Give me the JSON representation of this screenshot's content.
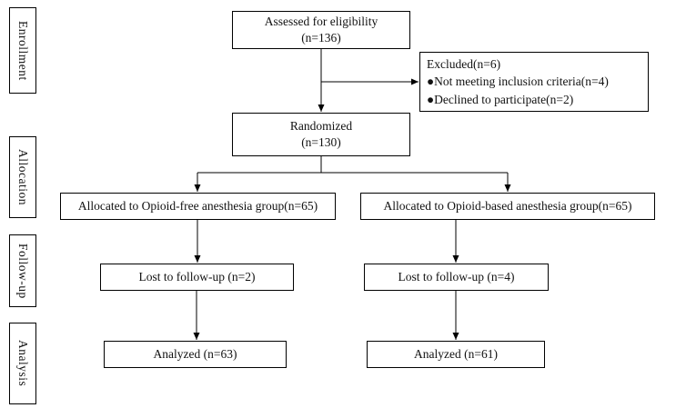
{
  "figure": {
    "stages": {
      "enrollment": "Enrollment",
      "allocation": "Allocation",
      "followup": "Follow-up",
      "analysis": "Analysis"
    },
    "boxes": {
      "assessed": {
        "line1": "Assessed for eligibility",
        "line2": "(n=136)"
      },
      "excluded": {
        "line1": "Excluded(n=6)",
        "line2": "●Not meeting inclusion criteria(n=4)",
        "line3": "●Declined to participate(n=2)"
      },
      "randomized": {
        "line1": "Randomized",
        "line2": "(n=130)"
      },
      "allocated_left": "Allocated to Opioid-free anesthesia group(n=65)",
      "allocated_right": "Allocated to Opioid-based anesthesia group(n=65)",
      "lost_left": "Lost to follow-up (n=2)",
      "lost_right": "Lost to follow-up (n=4)",
      "analyzed_left": "Analyzed (n=63)",
      "analyzed_right": "Analyzed (n=61)"
    },
    "colors": {
      "line": "#000000",
      "border": "#000000",
      "background": "#ffffff",
      "text": "#111111"
    }
  }
}
